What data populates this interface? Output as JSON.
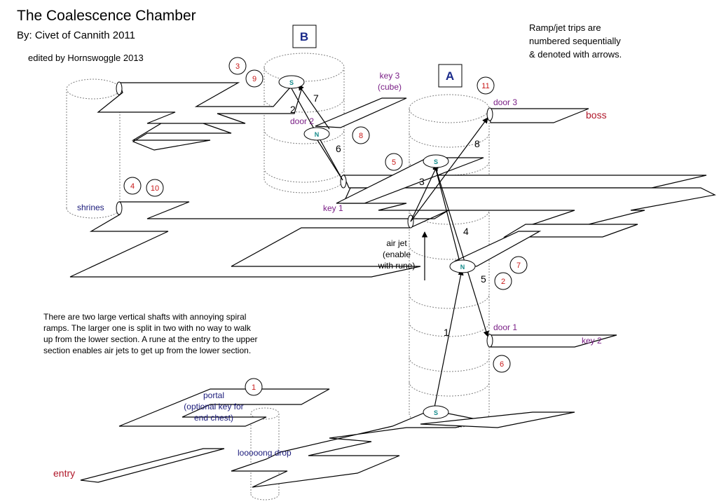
{
  "title": "The Coalescence Chamber",
  "byline": "By: Civet of Cannith 2011",
  "edited": "edited by Hornswoggle 2013",
  "legend_lines": [
    "Ramp/jet trips are",
    "numbered sequentially",
    "& denoted with arrows."
  ],
  "notes_lines": [
    "There are two large vertical shafts with annoying spiral",
    "ramps. The larger one is split in two with no way to walk",
    "up from the lower section. A rune at the entry to the upper",
    "section enables air jets to get up from the lower section."
  ],
  "shaft_labels": {
    "a": "A",
    "b": "B"
  },
  "labels": {
    "key3": [
      "key 3",
      "(cube)"
    ],
    "door3": "door 3",
    "boss": "boss",
    "door2": "door 2",
    "key1": "key 1",
    "shrines": "shrines",
    "airjet": [
      "air jet",
      "(enable",
      "with rune)"
    ],
    "door1": "door 1",
    "key2": "key 2",
    "portal": [
      "portal",
      "(optional key for",
      "end chest)"
    ],
    "drop": "looooong drop",
    "entry": "entry"
  },
  "markers": {
    "s": "S",
    "n": "N"
  },
  "step_numbers": {
    "s1": "1",
    "s2": "2",
    "s3": "3",
    "s4": "4",
    "s5": "5",
    "s6": "6",
    "s7": "7",
    "s8": "8"
  },
  "circled_numbers": {
    "c1": "1",
    "c2": "2",
    "c3": "3",
    "c4": "4",
    "c5": "5",
    "c6": "6",
    "c7": "7",
    "c8": "8",
    "c9": "9",
    "c10": "10",
    "c11": "11"
  },
  "colors": {
    "purple": "#7a1f86",
    "navy": "#1a1a7a",
    "red": "#b0182a",
    "marker": "#138a8a",
    "shaft": "#808080"
  }
}
